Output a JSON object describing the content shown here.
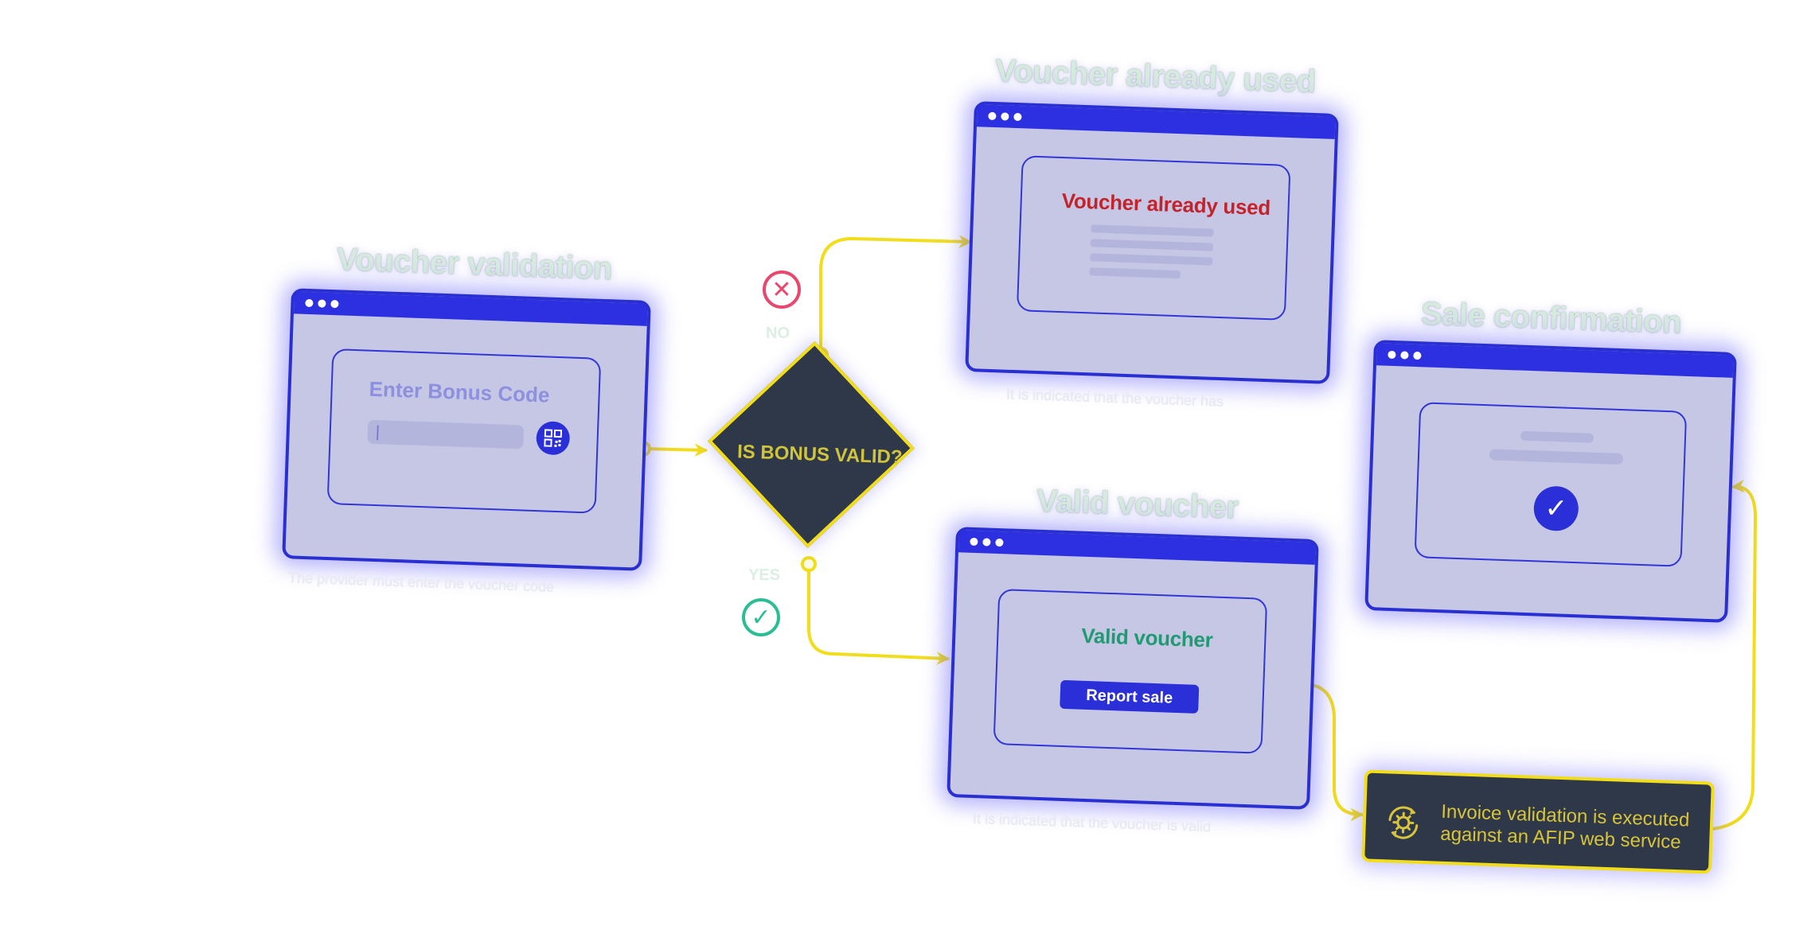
{
  "screens": {
    "voucher_validation": {
      "heading": "Voucher validation",
      "prompt": "Enter Bonus Code",
      "input_value": "|",
      "scan_icon": "qr-code-icon",
      "caption": "The provider must enter the voucher code"
    },
    "already_used": {
      "heading": "Voucher already used",
      "message": "Voucher already used",
      "caption": "It is indicated that the voucher has"
    },
    "valid_voucher": {
      "heading": "Valid voucher",
      "message": "Valid voucher",
      "button_label": "Report sale",
      "caption": "It is indicated that the voucher is valid"
    },
    "sale_confirmation": {
      "heading": "Sale confirmation",
      "confirm_icon": "check-circle-icon"
    }
  },
  "decision": {
    "label": "IS BONUS VALID?",
    "no_label": "NO",
    "yes_label": "YES",
    "no_icon": "x-circle-icon",
    "yes_icon": "check-circle-icon"
  },
  "process": {
    "line1": "Invoice validation is executed",
    "line2": "against an AFIP web service",
    "icon": "gear-sync-icon"
  },
  "colors": {
    "window_border": "#2a2fd2",
    "window_fill": "#c6c7e4",
    "titlebar": "#2d30e0",
    "connector": "#f2dd1c",
    "decision_fill": "#2e3849",
    "error_text": "#c4232b",
    "success_text": "#1f9a72",
    "no_icon": "#e8476e",
    "yes_icon": "#2dbd95",
    "heading_text": "#d6eae0"
  }
}
